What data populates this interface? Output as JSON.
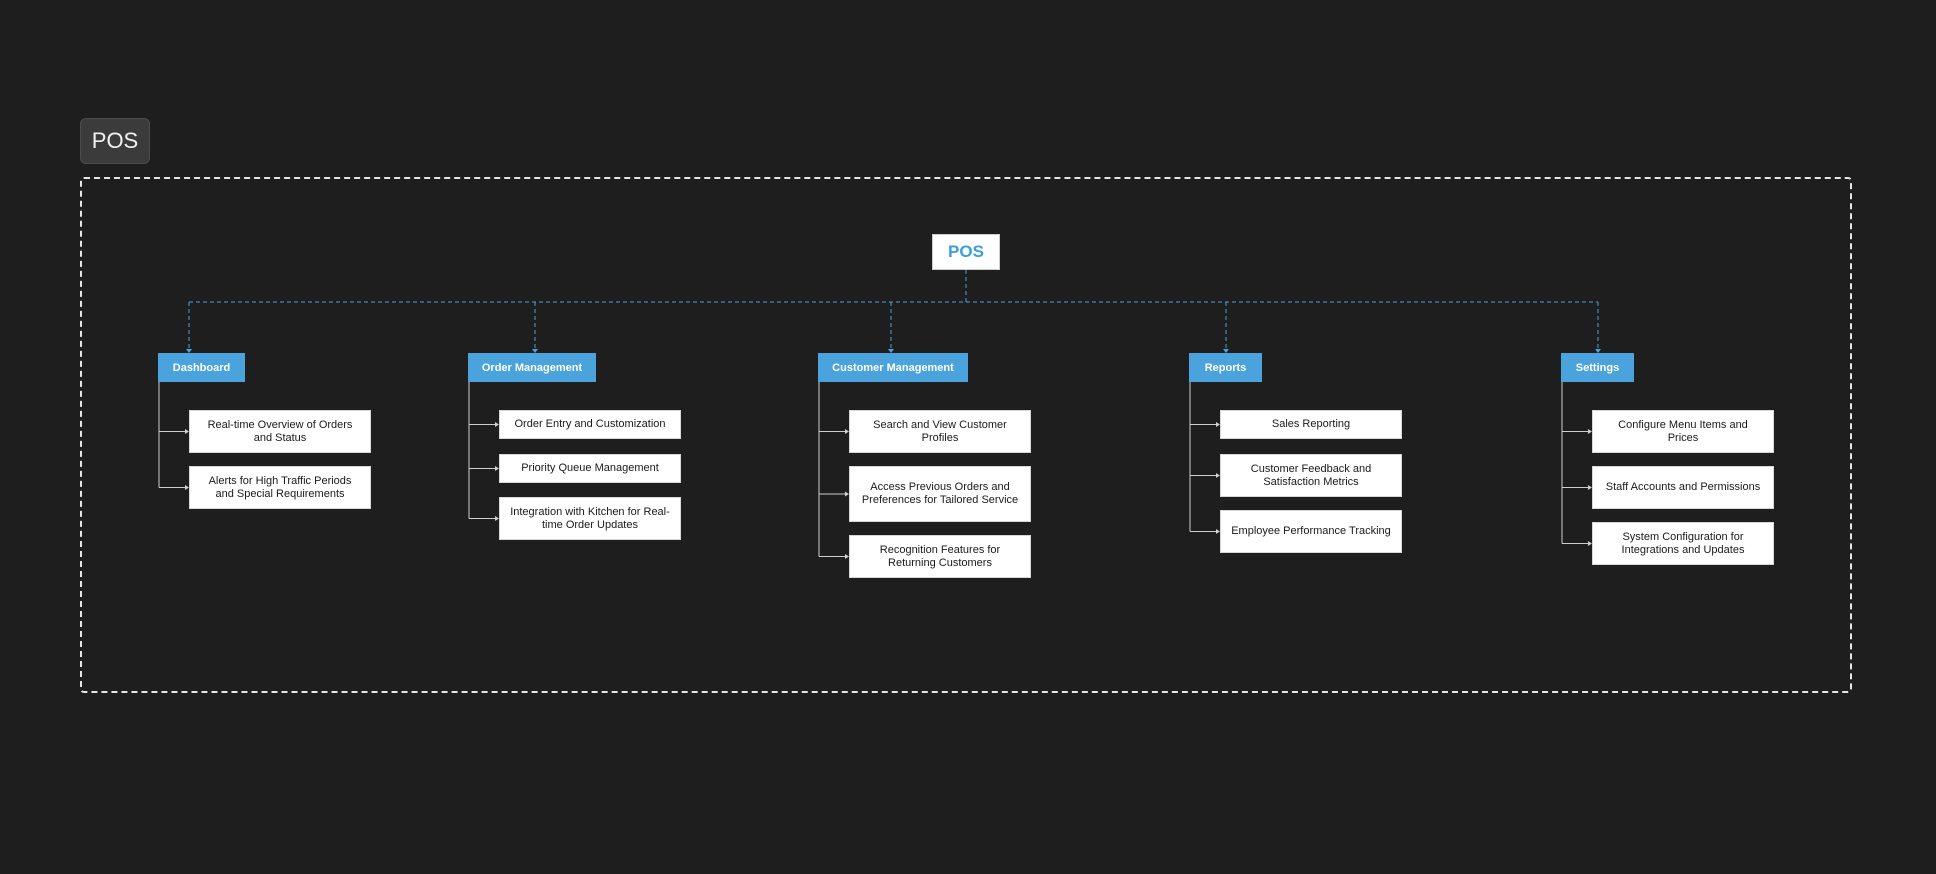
{
  "badge": {
    "label": "POS"
  },
  "root": {
    "label": "POS"
  },
  "colors": {
    "background": "#1e1e1e",
    "accent": "#4aa3dc",
    "root_text": "#3aa0d8",
    "connector_dashed": "#4aa3dc",
    "connector_solid": "#cfcfcf",
    "frame": "#e6e6e6"
  },
  "categories": [
    {
      "label": "Dashboard",
      "items": [
        "Real-time Overview of Orders and Status",
        "Alerts for High Traffic Periods and Special Requirements"
      ]
    },
    {
      "label": "Order Management",
      "items": [
        "Order Entry and Customization",
        "Priority Queue Management",
        "Integration with Kitchen for Real-time Order Updates"
      ]
    },
    {
      "label": "Customer Management",
      "items": [
        "Search and View Customer Profiles",
        "Access Previous Orders and Preferences for Tailored Service",
        "Recognition Features for Returning Customers"
      ]
    },
    {
      "label": "Reports",
      "items": [
        "Sales Reporting",
        "Customer Feedback and Satisfaction Metrics",
        "Employee Performance Tracking"
      ]
    },
    {
      "label": "Settings",
      "items": [
        "Configure Menu Items and Prices",
        "Staff Accounts and Permissions",
        "System Configuration for Integrations and Updates"
      ]
    }
  ]
}
